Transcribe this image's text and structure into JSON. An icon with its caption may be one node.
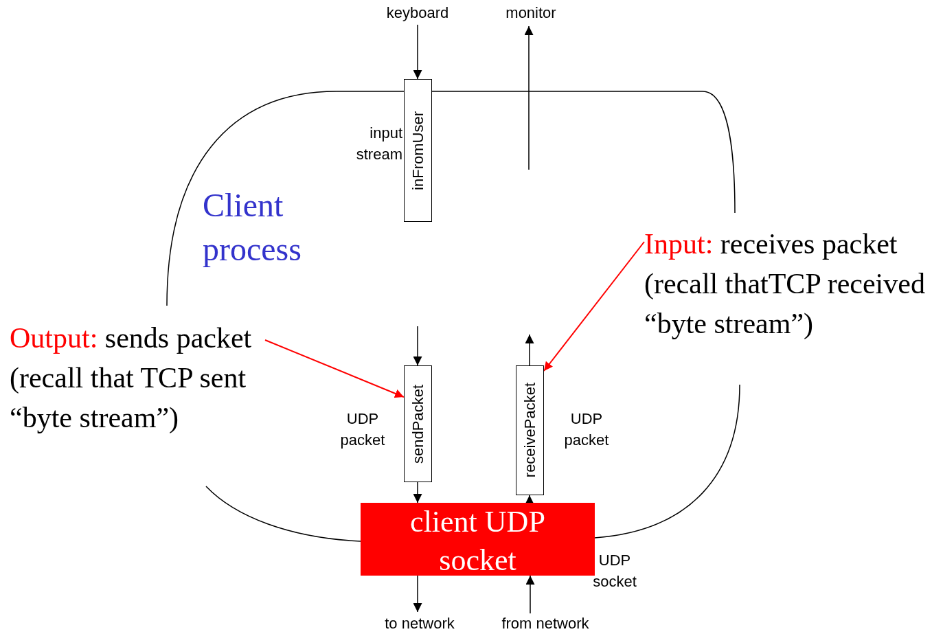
{
  "diagram": {
    "nodes": [
      {
        "text": [
          "keyboard"
        ]
      },
      {
        "text": [
          "monitor"
        ]
      },
      {
        "text": [
          "inFromUser"
        ],
        "beside": [
          "input stream"
        ]
      },
      {
        "text": [
          "Output:",
          "sends packet (recall that TCP sent “byte stream”)"
        ]
      },
      {
        "text": [
          "sendPacket"
        ],
        "beside": [
          "UDP packet"
        ]
      },
      {
        "text": [
          "receivePacket"
        ],
        "beside": [
          "UDP packet"
        ]
      },
      {
        "text": [
          "Input:",
          "receives packet (recall thatTCP received “byte stream”)"
        ]
      },
      {
        "text": [
          "client UDP socket"
        ],
        "beside": [
          "UDP socket"
        ]
      },
      {
        "text": [
          "to network"
        ]
      },
      {
        "text": [
          "from network"
        ]
      }
    ],
    "edges": [
      {
        "from": 0,
        "to": 2,
        "arrow": "to"
      },
      {
        "from": null,
        "to": 1,
        "arrow": "to"
      },
      {
        "from": null,
        "to": 4,
        "arrow": "to"
      },
      {
        "from": 5,
        "to": null,
        "arrow": "to"
      },
      {
        "from": 4,
        "to": 7,
        "arrow": "to"
      },
      {
        "from": 7,
        "to": 5,
        "arrow": "to"
      },
      {
        "from": 7,
        "to": 8,
        "arrow": "to"
      },
      {
        "from": 9,
        "to": 7,
        "arrow": "to"
      },
      {
        "from": 3,
        "to": 4,
        "arrow": "to",
        "color": "#ff0000"
      },
      {
        "from": 6,
        "to": 5,
        "arrow": "to",
        "color": "#ff0000"
      }
    ],
    "labels": [
      "Client process"
    ]
  }
}
